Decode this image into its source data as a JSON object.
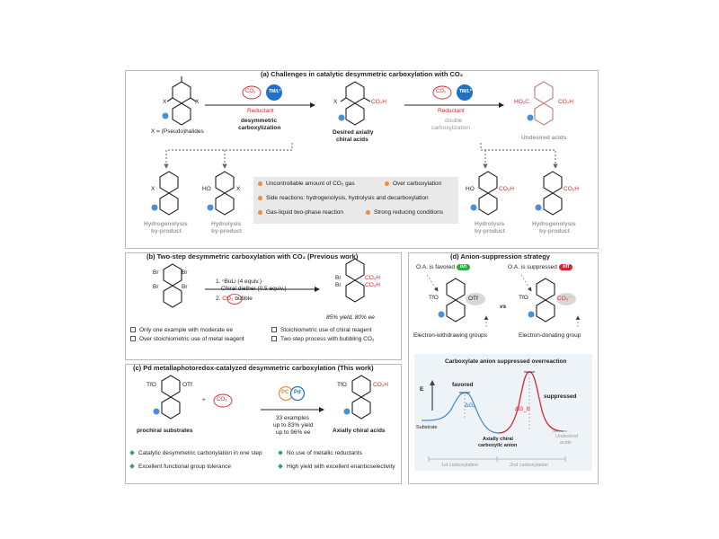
{
  "panel_a": {
    "title": "(a) Challenges in catalytic desymmetric carboxylation with CO₂",
    "x_label": "X = (Pseudo)halides",
    "co2": "CO₂",
    "tm_badge": "TM/L*",
    "reductant": "Reductant",
    "desym_1": "desymmetric",
    "desym_2": "carboxylization",
    "desired_1": "Desired axially",
    "desired_2": "chiral acids",
    "double_1": "double",
    "double_2": "carboxylization",
    "undesired": "Undesired acids",
    "hydrogenolysis_1": "Hydrogenolysis",
    "byproduct": "by-product",
    "hydrolysis_1": "Hydrolysis",
    "legend": [
      "Uncontrollable amount of CO₂ gas",
      "Over carboxylation",
      "Side reactions: hydrogenolysis, hydrolysis and decarboxylation",
      "Gas-liquid two-phase reaction",
      "Strong reducing conditions"
    ]
  },
  "panel_b": {
    "title": "(b) Two-step desymmetric carboxylation with CO₂ (Previous work)",
    "cond_1": "1. ⁿBuLi (4 equiv.)",
    "cond_2": "Chiral diether (0.5 equiv.)",
    "cond_3a": "2.",
    "cond_3b": "CO₂",
    "cond_3c": "bubble",
    "result": "85% yield, 80% ee",
    "bullets": [
      "Only one example with moderate ee",
      "Stoichiometric use of chiral reagent",
      "Over stoichiometric use of metal reagent",
      "Two step process with bubbling CO₂"
    ]
  },
  "panel_c": {
    "title": "(c) Pd metallaphotoredox-catalyzed desymmetric carboxylation (This work)",
    "plus": "+",
    "co2": "CO₂",
    "pc": "PC",
    "pd": "Pd",
    "examples": "33 examples",
    "yield": "up to 83% yield",
    "ee": "up to 96% ee",
    "prochiral": "prochiral substrates",
    "axially": "Axially chiral acids",
    "bullets": [
      "Catalytic desymmetric carbonylation in one step",
      "No use of metallic reductants",
      "Excellent functional group tolerance",
      "High yield with excellent enantioselectivity"
    ]
  },
  "panel_d": {
    "title": "(d) Anion-suppression strategy",
    "oa_favored": "O.A. is favored",
    "on": "on",
    "oa_suppressed": "O.A. is suppressed",
    "off": "off",
    "vs": "vs",
    "ewg": "Electron-withdrawing groups",
    "edg": "Electron-donating group",
    "energy_title": "Carboxylate anion suppressed overreaction",
    "e_axis": "E",
    "favored": "favored",
    "suppressed": "suppressed",
    "dga": "ΔGₐ",
    "dgb": "ΔG_b",
    "substrate": "Substrate",
    "anion_1": "Axially chiral",
    "anion_2": "carboxylic anion",
    "undesired_1": "Undesired",
    "undesired_2": "acids",
    "first": "1st carboxylation",
    "second": "2nd carboxylation"
  },
  "labels": {
    "otf": "OTf",
    "tfo": "TfO",
    "co2h": "CO₂H",
    "ho2c": "HO₂C",
    "ho": "HO",
    "x": "X",
    "br": "Br"
  },
  "colors": {
    "red": "#d7262d",
    "blue": "#1e73c8",
    "green": "#2fae3c",
    "orange": "#f08a3c",
    "gray": "#9a9a9a"
  }
}
